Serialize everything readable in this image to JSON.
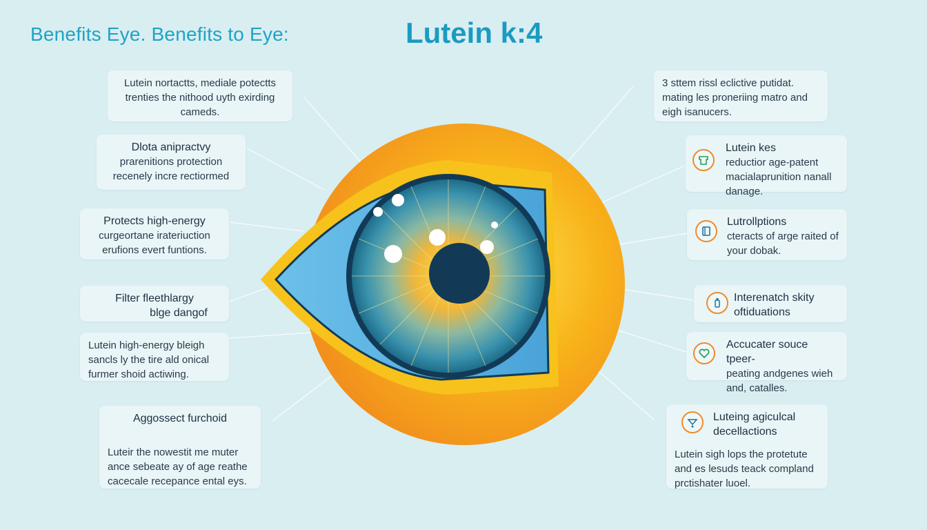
{
  "headings": {
    "left": "Benefits Eye. Benefits to Eye:",
    "main": "Lutein k:4"
  },
  "left_cards": [
    {
      "title": "",
      "body": "Lutein nortactts, mediale potectts trenties the nithood uyth exirding cameds."
    },
    {
      "title": "Dlota anipractvy",
      "body": "prarenitions protection recenely incre rectiormed"
    },
    {
      "title": "Protects high-energy",
      "body": "curgeortane irateriuction erufions evert funtions."
    },
    {
      "title": "Filter fleethlargy",
      "body": "blge dangof"
    },
    {
      "title": "",
      "body": "Lutein high-energy bleigh sancls ly the tire ald onical furmer shoid actiwing."
    },
    {
      "title": "Aggossect furchoid",
      "body": "Luteir the nowestit me muter ance sebeate ay of age reathe cacecale recepance ental eys."
    }
  ],
  "right_cards": [
    {
      "title": "",
      "body": "3 sttem rissl eclictive putidat. mating les proneriing matro and eigh isanucers.",
      "icon": ""
    },
    {
      "title": "Lutein kes",
      "body": "reductior age-patent macialaprunition nanall danage.",
      "icon": "shield-icon"
    },
    {
      "title": "Lutrollptions",
      "body": "cteracts of arge raited of your dobak.",
      "icon": "document-icon"
    },
    {
      "title": "Interenatch skity oftiduations",
      "body": "",
      "icon": "bottle-icon"
    },
    {
      "title": "Accucater souce tpeer-",
      "body": "peating andgenes wieh and, catalles.",
      "icon": "heart-icon"
    },
    {
      "title": "Luteing agiculcal decellactions",
      "body": "Lutein sigh lops the protetute and es lesuds teack compland prctishater luoel.",
      "icon": "eye-drop-icon"
    }
  ],
  "colors": {
    "background": "#d9eef1",
    "accent_orange": "#f39a1e",
    "accent_yellow": "#f7c21b",
    "iris_teal": "#2f8fa7",
    "pupil": "#123a56",
    "heading_blue": "#1b9bc2"
  }
}
